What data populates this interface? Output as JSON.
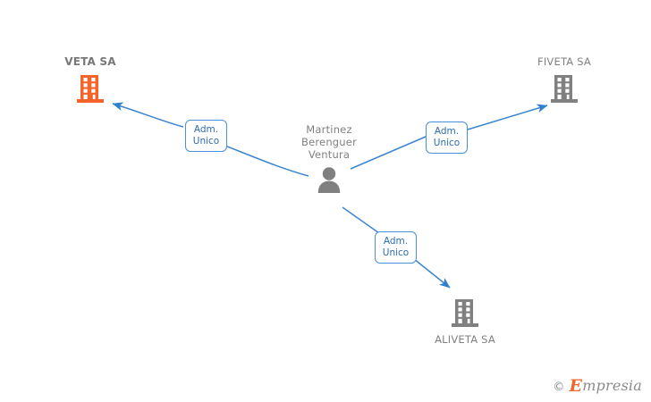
{
  "graph": {
    "background_color": "#ffffff",
    "nodes": [
      {
        "id": "veta",
        "label": "VETA SA",
        "icon": "building-icon",
        "icon_color": "#f4642a",
        "label_color": "#777777",
        "label_position": "above",
        "emphasis": "bold"
      },
      {
        "id": "fiveta",
        "label": "FIVETA SA",
        "icon": "building-icon",
        "icon_color": "#808080",
        "label_color": "#808080",
        "label_position": "above",
        "emphasis": "normal"
      },
      {
        "id": "aliveta",
        "label": "ALIVETA SA",
        "icon": "building-icon",
        "icon_color": "#808080",
        "label_color": "#808080",
        "label_position": "below",
        "emphasis": "normal"
      },
      {
        "id": "person",
        "label": "Martinez Berenguer Ventura",
        "icon": "person-icon",
        "icon_color": "#808080",
        "label_color": "#808080",
        "label_position": "above",
        "emphasis": "normal"
      }
    ],
    "edges": [
      {
        "id": "edge-veta",
        "from": "person",
        "to": "veta",
        "label_line1": "Adm.",
        "label_line2": "Unico",
        "color": "#3d85d0"
      },
      {
        "id": "edge-fiveta",
        "from": "person",
        "to": "fiveta",
        "label_line1": "Adm.",
        "label_line2": "Unico",
        "color": "#3d85d0"
      },
      {
        "id": "edge-aliveta",
        "from": "person",
        "to": "aliveta",
        "label_line1": "Adm.",
        "label_line2": "Unico",
        "color": "#3d85d0"
      }
    ]
  },
  "watermark": {
    "copyright": "©",
    "brand_initial": "E",
    "brand_rest": "mpresia",
    "brand_color": "#f0662b",
    "text_color": "#8a8a8a"
  }
}
